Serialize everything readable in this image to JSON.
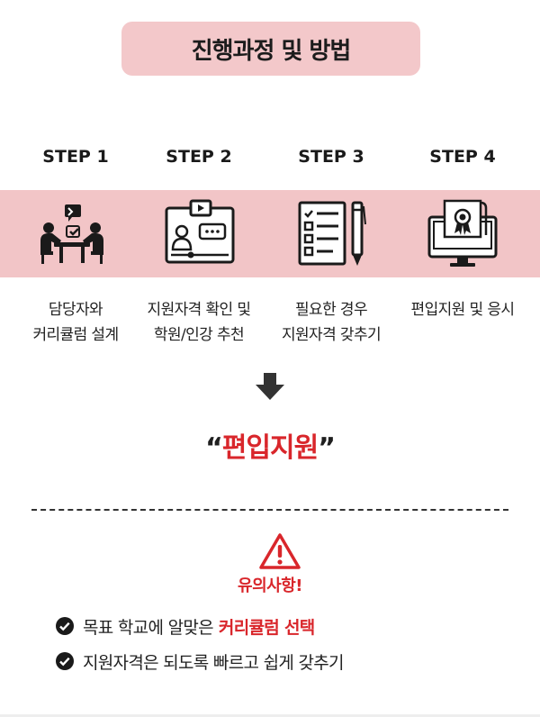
{
  "title": "진행과정 및 방법",
  "steps": [
    {
      "label": "STEP 1",
      "icon": "consultation-icon",
      "desc": [
        "담당자와",
        "커리큘럼 설계"
      ]
    },
    {
      "label": "STEP 2",
      "icon": "video-lecture-icon",
      "desc": [
        "지원자격 확인 및",
        "학원/인강 추천"
      ]
    },
    {
      "label": "STEP 3",
      "icon": "checklist-icon",
      "desc": [
        "필요한 경우",
        "지원자격 갖추기"
      ]
    },
    {
      "label": "STEP 4",
      "icon": "certificate-monitor-icon",
      "desc": [
        "편입지원 및 응시"
      ]
    }
  ],
  "result": {
    "open_quote": "“",
    "text": "편입지원",
    "close_quote": "”"
  },
  "warning": {
    "title": "유의사항!",
    "items": [
      {
        "text": "목표 학교에 알맞은",
        "emphasis": "커리큘럼 선택"
      },
      {
        "text": "지원자격은 되도록 빠르고 쉽게 갖추기",
        "emphasis": ""
      }
    ]
  },
  "colors": {
    "band": "#f2c5c7",
    "title_box": "#f3c8ca",
    "accent_red": "#d9262b"
  }
}
